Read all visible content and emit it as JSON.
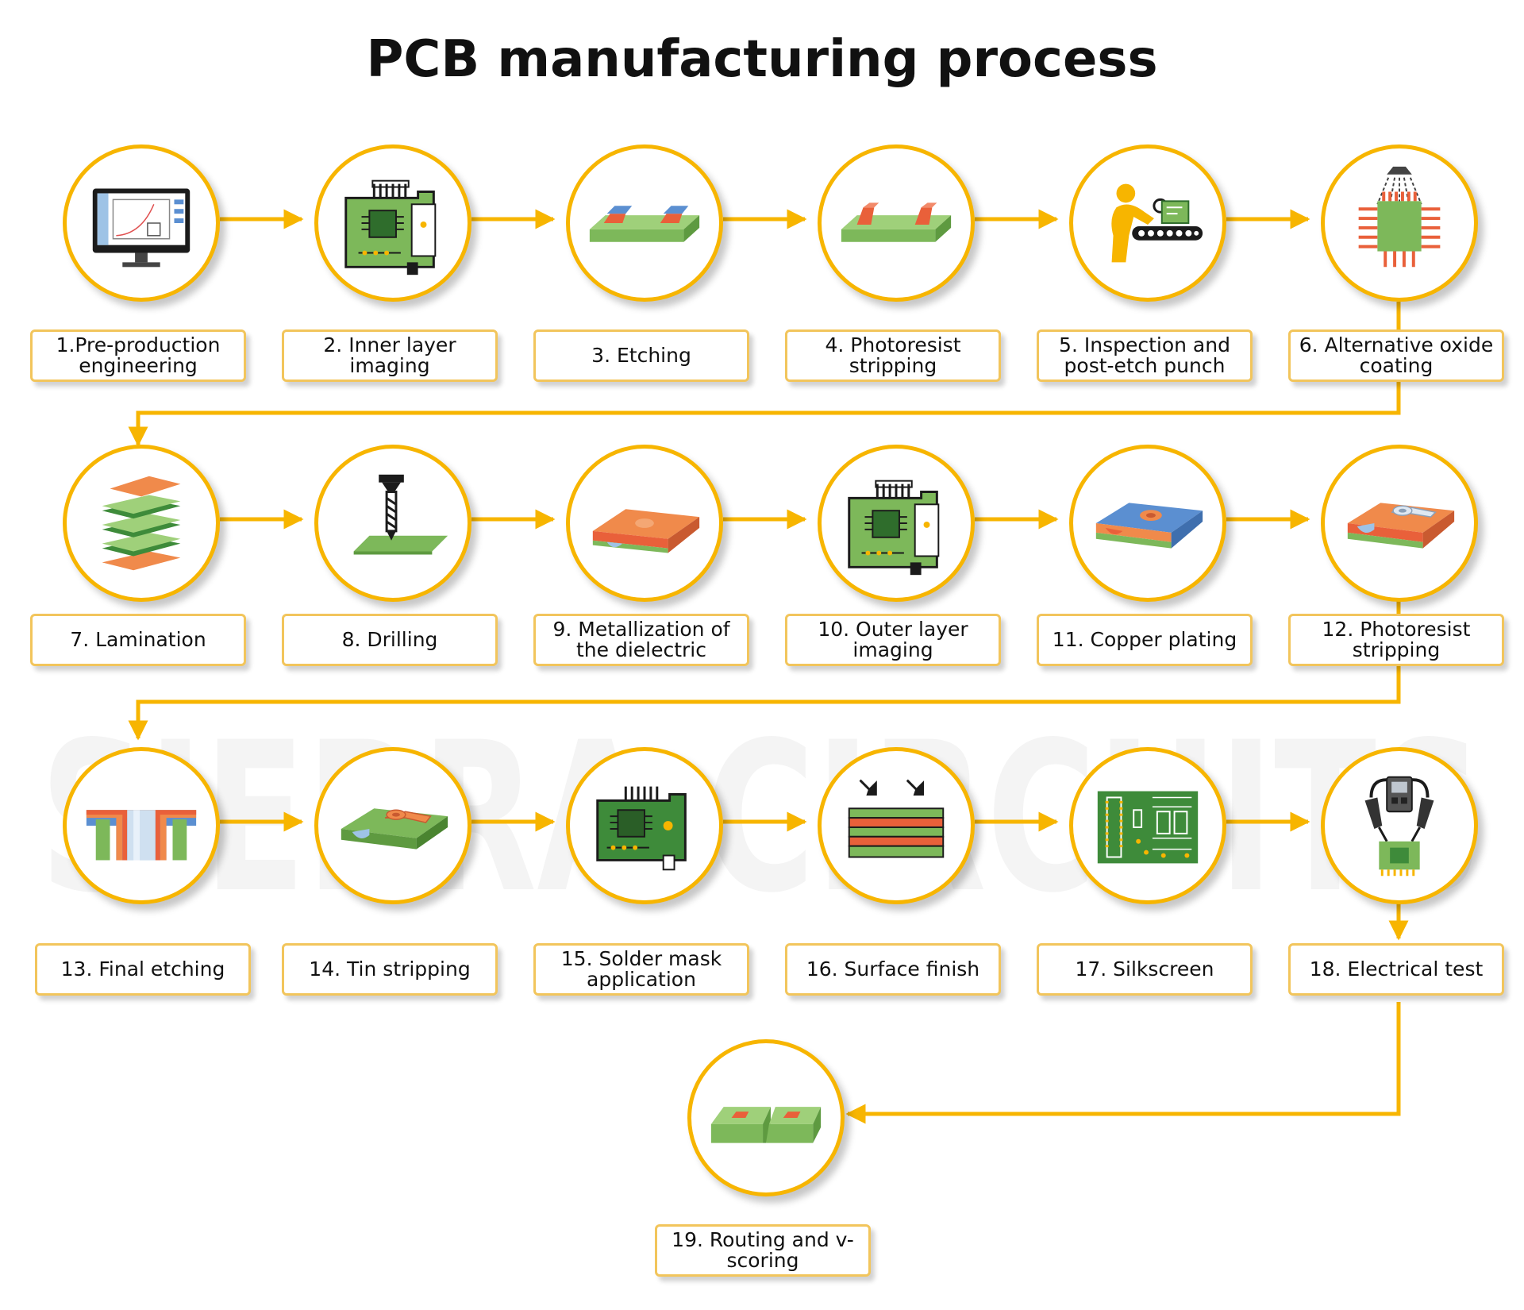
{
  "title": "PCB manufacturing process",
  "watermark": "SIERRA CIRCUITS",
  "colors": {
    "accent": "#F7B500",
    "board_green": "#7DB85A",
    "copper": "#F08A4B",
    "resist_blue": "#5B8FD1",
    "dark_green": "#3E8B3A"
  },
  "steps": [
    {
      "label": "1.Pre-production engineering",
      "icon": "monitor-cad-icon"
    },
    {
      "label": "2. Inner layer imaging",
      "icon": "circuit-board-icon"
    },
    {
      "label": "3. Etching",
      "icon": "etching-layer-icon"
    },
    {
      "label": "4. Photoresist stripping",
      "icon": "stripping-layer-icon"
    },
    {
      "label": "5. Inspection and post-etch punch",
      "icon": "inspector-conveyor-icon"
    },
    {
      "label": "6. Alternative oxide coating",
      "icon": "chip-spray-icon"
    },
    {
      "label": "7. Lamination",
      "icon": "layer-stack-icon"
    },
    {
      "label": "8. Drilling",
      "icon": "drill-bit-icon"
    },
    {
      "label": "9. Metallization of the dielectric",
      "icon": "metallized-board-icon"
    },
    {
      "label": "10. Outer layer imaging",
      "icon": "circuit-board-icon"
    },
    {
      "label": "11. Copper plating",
      "icon": "copper-plated-board-icon"
    },
    {
      "label": "12. Photoresist stripping",
      "icon": "stripped-board-icon"
    },
    {
      "label": "13. Final etching",
      "icon": "via-cross-section-icon"
    },
    {
      "label": "14. Tin stripping",
      "icon": "tin-stripped-board-icon"
    },
    {
      "label": "15. Solder mask application",
      "icon": "solder-mask-board-icon"
    },
    {
      "label": "16. Surface finish",
      "icon": "surface-finish-layers-icon"
    },
    {
      "label": "17. Silkscreen",
      "icon": "silkscreen-board-icon"
    },
    {
      "label": "18. Electrical test",
      "icon": "test-probes-icon"
    },
    {
      "label": "19. Routing and v-scoring",
      "icon": "v-scored-board-icon"
    }
  ]
}
